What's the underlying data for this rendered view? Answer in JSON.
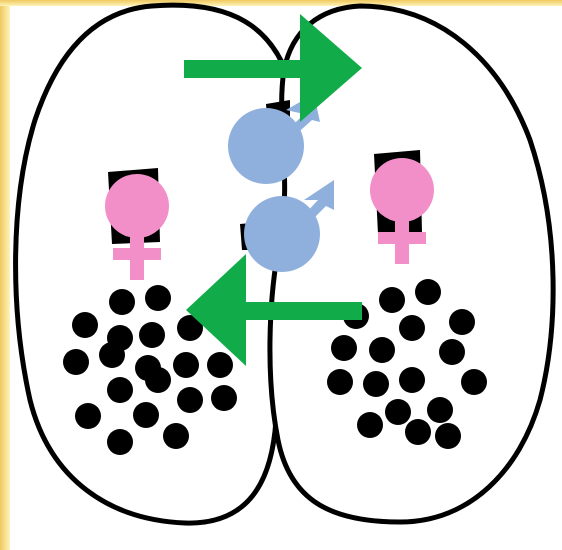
{
  "diagram": {
    "colors": {
      "border_gradient_light": "#fff4b8",
      "border_gradient_dark": "#f0c860",
      "cell_outline": "#000000",
      "micronucleus": "#000000",
      "male_symbol": "#8fb0dd",
      "female_symbol": "#f28fc8",
      "arrow": "#12ab4a",
      "background": "#ffffff"
    },
    "cells": [
      {
        "id": "left-cell",
        "female_symbol": "♀",
        "male_symbol": "♂"
      },
      {
        "id": "right-cell",
        "female_symbol": "♀",
        "male_symbol": "♂"
      }
    ],
    "arrows": [
      {
        "id": "arrow-to-right",
        "direction": "right"
      },
      {
        "id": "arrow-to-left",
        "direction": "left"
      }
    ],
    "icons": {
      "female": "female-symbol-icon",
      "male": "male-symbol-icon",
      "arrow": "arrow-icon"
    }
  }
}
